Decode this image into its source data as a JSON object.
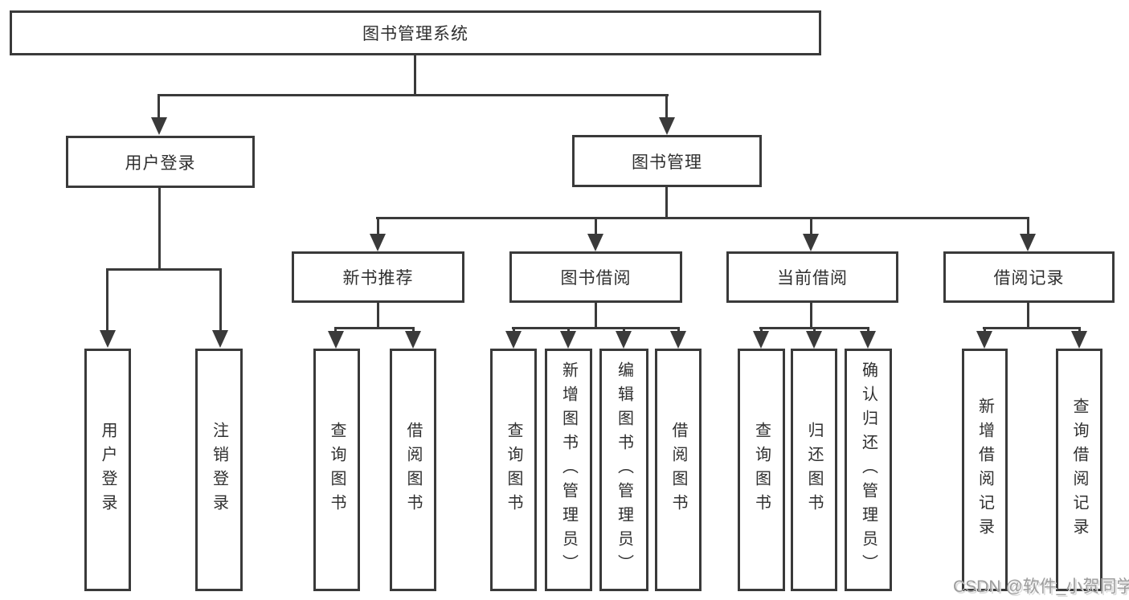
{
  "colors": {
    "line": "#3a3a3a",
    "text": "#2f2f2f",
    "watermark": "#9c9c9c",
    "background": "#ffffff"
  },
  "tree": {
    "label": "图书管理系统",
    "children": [
      {
        "label": "用户登录",
        "children": [
          {
            "label": "用户登录"
          },
          {
            "label": "注销登录"
          }
        ]
      },
      {
        "label": "图书管理",
        "children": [
          {
            "label": "新书推荐",
            "children": [
              {
                "label": "查询图书"
              },
              {
                "label": "借阅图书"
              }
            ]
          },
          {
            "label": "图书借阅",
            "children": [
              {
                "label": "查询图书"
              },
              {
                "label": "新增图书（管理员）"
              },
              {
                "label": "编辑图书（管理员）"
              },
              {
                "label": "借阅图书"
              }
            ]
          },
          {
            "label": "当前借阅",
            "children": [
              {
                "label": "查询图书"
              },
              {
                "label": "归还图书"
              },
              {
                "label": "确认归还（管理员）"
              }
            ]
          },
          {
            "label": "借阅记录",
            "children": [
              {
                "label": "新增借阅记录"
              },
              {
                "label": "查询借阅记录"
              }
            ]
          }
        ]
      }
    ]
  },
  "watermark": {
    "text": "CSDN @软件_小贺同学"
  }
}
